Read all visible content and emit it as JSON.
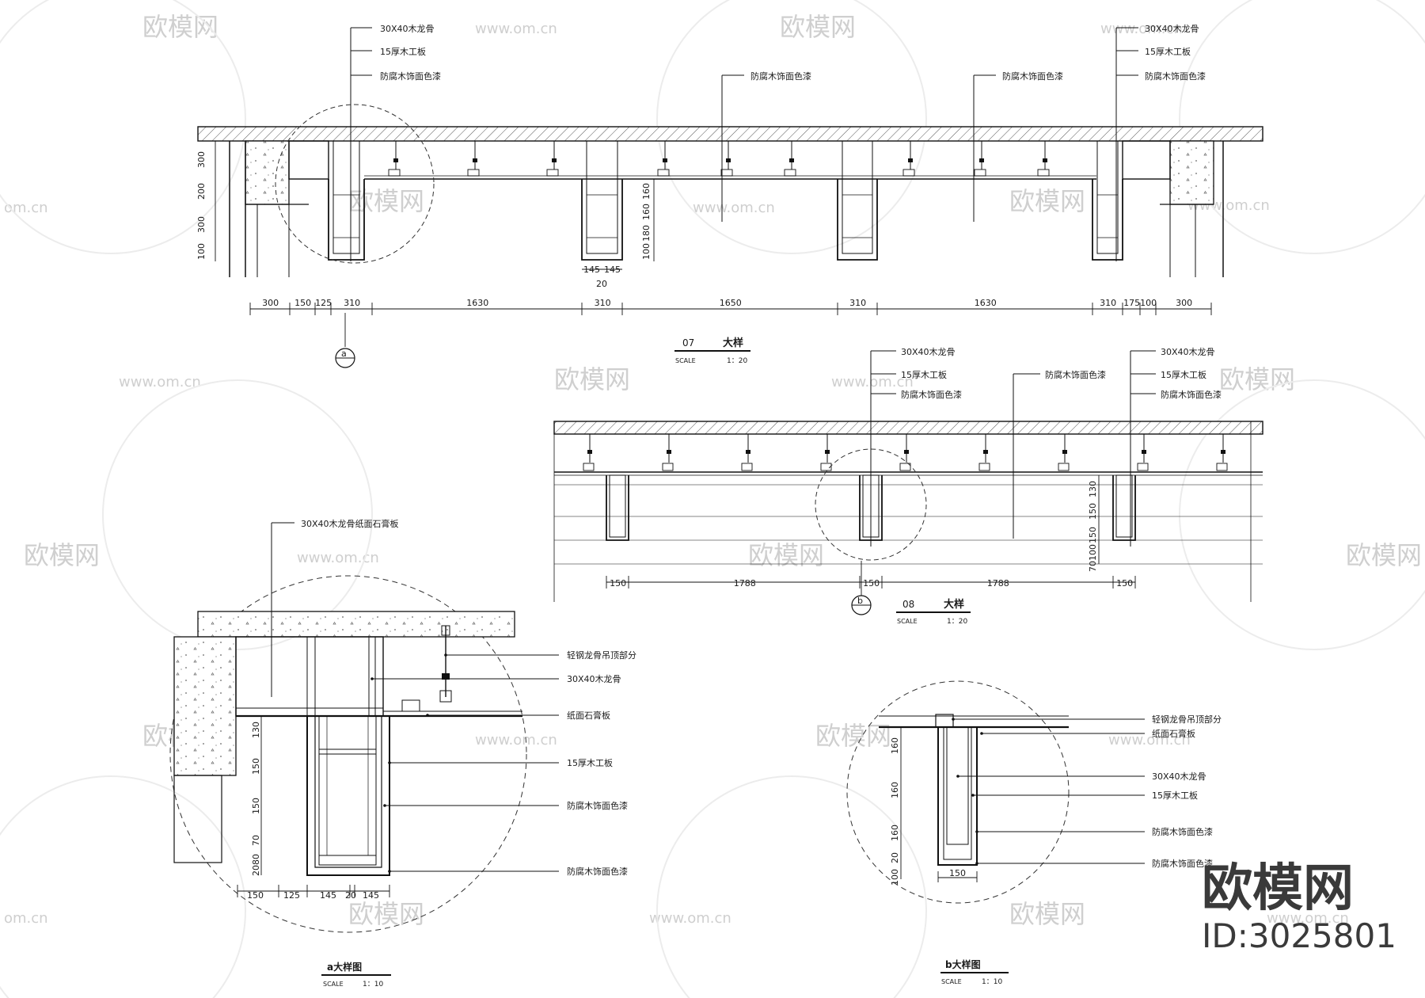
{
  "watermark": {
    "brand": "欧模网",
    "url": "www.om.cn",
    "url_short": "om.cn",
    "id_label": "ID:3025801"
  },
  "colors": {
    "ink": "#111111",
    "watermark": "#cfcfcf",
    "brand_logo": "#3a3a3a"
  },
  "detail_07": {
    "number": "07",
    "title": "大样",
    "scale_label": "SCALE",
    "scale_value": "1：20",
    "callout_left": [
      "30X40木龙骨",
      "15厚木工板",
      "防腐木饰面色漆"
    ],
    "callout_right": [
      "30X40木龙骨",
      "15厚木工板",
      "防腐木饰面色漆"
    ],
    "callout_mid_1": "防腐木饰面色漆",
    "callout_mid_2": "防腐木饰面色漆",
    "left_vertical_dims": [
      "300",
      "200",
      "300",
      "100"
    ],
    "beam_vertical_dims": [
      "160",
      "160",
      "180",
      "100"
    ],
    "beam_width_dims": [
      "145",
      "145"
    ],
    "beam_gap_dim": "20",
    "bottom_dims": [
      "300",
      "150",
      "125",
      "310",
      "1630",
      "310",
      "1650",
      "310",
      "1630",
      "310",
      "175",
      "100",
      "300"
    ],
    "section_marker": "a"
  },
  "detail_08": {
    "number": "08",
    "title": "大样",
    "scale_label": "SCALE",
    "scale_value": "1：20",
    "callout_left": [
      "30X40木龙骨",
      "15厚木工板",
      "防腐木饰面色漆"
    ],
    "callout_mid": "防腐木饰面色漆",
    "callout_right": [
      "30X40木龙骨",
      "15厚木工板",
      "防腐木饰面色漆"
    ],
    "vertical_dims": [
      "130",
      "150",
      "150",
      "100",
      "70"
    ],
    "bottom_dims": [
      "150",
      "1788",
      "150",
      "1788",
      "150"
    ],
    "section_marker": "b"
  },
  "detail_a": {
    "title": "a大样图",
    "scale_label": "SCALE",
    "scale_value": "1：10",
    "top_callout": "30X40木龙骨纸面石膏板",
    "callouts": [
      "轻钢龙骨吊顶部分",
      "30X40木龙骨",
      "纸面石膏板",
      "15厚木工板",
      "防腐木饰面色漆",
      "防腐木饰面色漆"
    ],
    "vertical_dims": [
      "130",
      "150",
      "150",
      "70",
      "80",
      "20"
    ],
    "bottom_dims": [
      "150",
      "125",
      "145",
      "20",
      "145"
    ]
  },
  "detail_b": {
    "title": "b大样图",
    "scale_label": "SCALE",
    "scale_value": "1：10",
    "callouts": [
      "轻钢龙骨吊顶部分",
      "纸面石膏板",
      "30X40木龙骨",
      "15厚木工板",
      "防腐木饰面色漆",
      "防腐木饰面色漆"
    ],
    "vertical_dims": [
      "160",
      "160",
      "160",
      "20",
      "100"
    ],
    "bottom_dim": "150"
  }
}
